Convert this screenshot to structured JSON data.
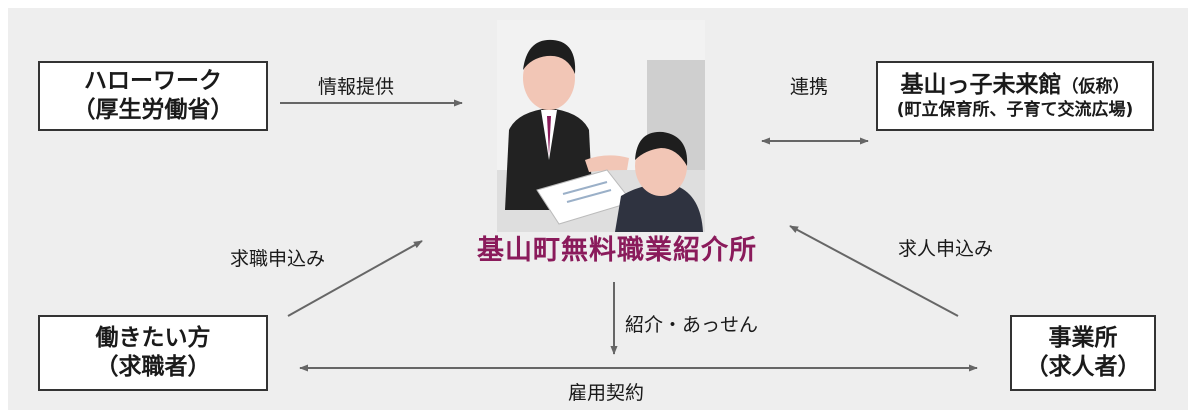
{
  "colors": {
    "background": "#eeeeee",
    "box_border": "#333333",
    "arrow": "#666666",
    "title": "#8a1b5b"
  },
  "nodes": {
    "hellowork": {
      "line1": "ハローワーク",
      "line2": "（厚生労働省）"
    },
    "kiyama_center": {
      "line1": "基山っ子未来館",
      "line1_suffix": "（仮称）",
      "line2": "(町立保育所、子育て交流広場)"
    },
    "job_seeker": {
      "line1": "働きたい方",
      "line2": "（求職者）"
    },
    "employer": {
      "line1": "事業所",
      "line2": "（求人者）"
    },
    "office": {
      "title": "基山町無料職業紹介所"
    }
  },
  "edges": {
    "info": "情報提供",
    "coop": "連携",
    "seeker_apply": "求職申込み",
    "employer_apply": "求人申込み",
    "referral": "紹介・あっせん",
    "contract": "雇用契約"
  },
  "image": {
    "icon": "consultation-illustration"
  }
}
